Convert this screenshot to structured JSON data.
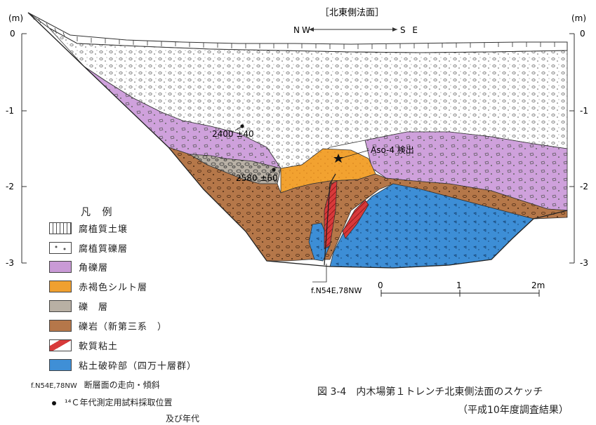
{
  "header": {
    "title": "［北東側法面］",
    "direction_left": "NW",
    "direction_right": "S E"
  },
  "depth_axis": {
    "unit": "(m)",
    "ticks": [
      "0",
      "-1",
      "-2",
      "-3"
    ]
  },
  "annotations": {
    "date_1": "2400 ±40",
    "date_2": "2580 ±60",
    "aso": "Aso-4 検出",
    "fault": "f.N54E,78NW"
  },
  "scale_bar": {
    "labels": [
      "0",
      "1",
      "2m"
    ]
  },
  "legend": {
    "title": "凡 例",
    "items": [
      {
        "label": "腐植質土壌",
        "color": "#ffffff",
        "pattern": "soil"
      },
      {
        "label": "腐植質礫層",
        "color": "#ffffff",
        "pattern": "gravel"
      },
      {
        "label": "角礫層",
        "color": "#c99ad6",
        "pattern": "breccia"
      },
      {
        "label": "赤褐色シルト層",
        "color": "#f0a030",
        "pattern": "silt"
      },
      {
        "label": "礫　層",
        "color": "#b8b0a4",
        "pattern": "pebble"
      },
      {
        "label": "礫岩（新第三系　）",
        "color": "#b5774a",
        "pattern": "conglomerate"
      },
      {
        "label": "軟質粘土",
        "color": "#d83a3a",
        "pattern": "clay"
      },
      {
        "label": "粘土破砕部（四万十層群）",
        "color": "#3f8fd6",
        "pattern": "crushed"
      }
    ]
  },
  "notes": {
    "fault_code": "f.N54E,78NW",
    "fault_desc": "断層面の走向・傾斜",
    "c14_line1": "¹⁴Ｃ年代測定用試料採取位置",
    "c14_line2": "及び年代"
  },
  "caption": {
    "line1": "図 3-4　内木場第１トレンチ北東側法面のスケッチ",
    "line2": "（平成10年度調査結果）"
  }
}
